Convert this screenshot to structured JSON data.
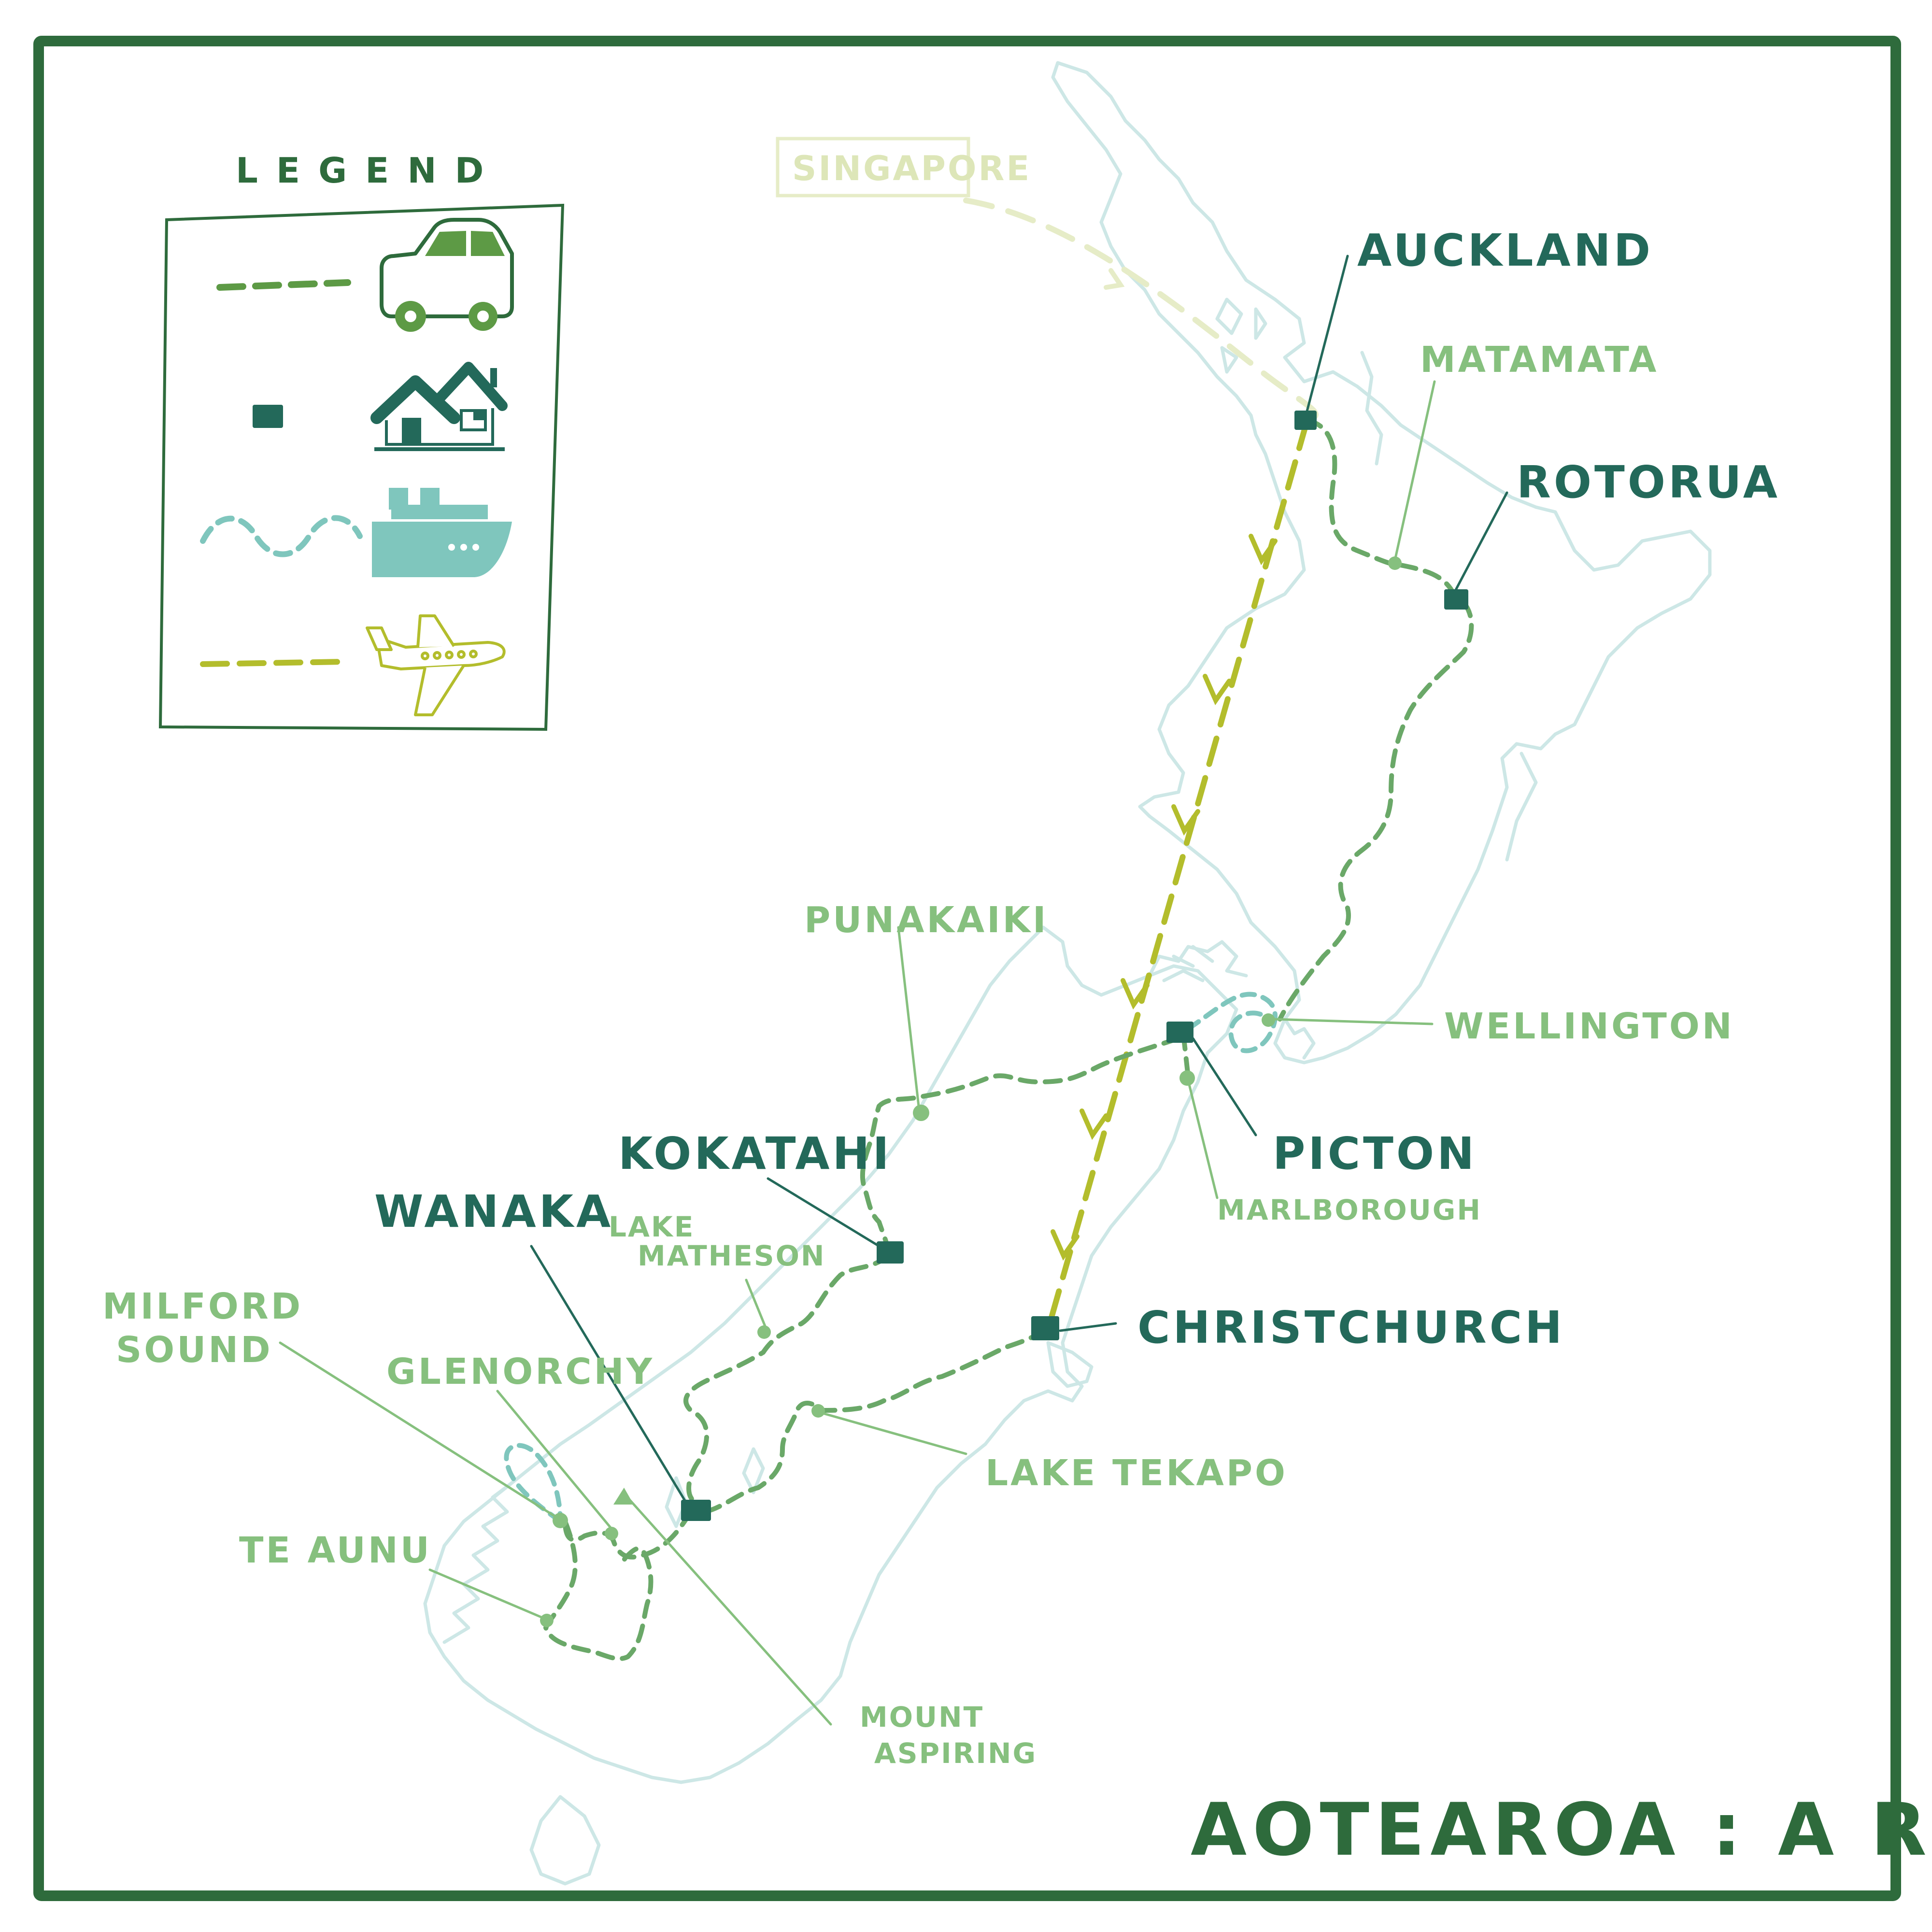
{
  "title": "AOTEAROA : A ROADTRIP",
  "legend": {
    "heading": "LEGEND",
    "items": [
      {
        "icon": "car-icon",
        "line": "dashed",
        "color": "#5d9a45"
      },
      {
        "icon": "house-icon",
        "marker": "square",
        "color": "#23695a"
      },
      {
        "icon": "ship-icon",
        "line": "wavy-dashed",
        "color": "#7fc6bd"
      },
      {
        "icon": "plane-icon",
        "line": "dashed",
        "color": "#b3bd2c"
      }
    ]
  },
  "colors": {
    "frame": "#2e6b3c",
    "land_outline": "#cde7e6",
    "car_route": "#6aa868",
    "stay": "#23695a",
    "ferry": "#7fc6bd",
    "flight": "#b3bd2c",
    "flight_origin": "#e6ecc7",
    "major_label": "#23695a",
    "minor_label": "#86c07e"
  },
  "places": {
    "singapore": "SINGAPORE",
    "auckland": "AUCKLAND",
    "matamata": "MATAMATA",
    "rotorua": "ROTORUA",
    "wellington": "WELLINGTON",
    "punakaiki": "PUNAKAIKI",
    "picton": "PICTON",
    "marlborough": "MARLBOROUGH",
    "kokatahi": "KOKATAHI",
    "wanaka": "WANAKA",
    "lake_matheson_1": "LAKE",
    "lake_matheson_2": "MATHESON",
    "milford_sound_1": "MILFORD",
    "milford_sound_2": "SOUND",
    "glenorchy": "GLENORCHY",
    "christchurch": "CHRISTCHURCH",
    "lake_tekapo": "LAKE TEKAPO",
    "te_aunu": "TE AUNU",
    "mount_aspiring_1": "MOUNT",
    "mount_aspiring_2": "ASPIRING"
  }
}
